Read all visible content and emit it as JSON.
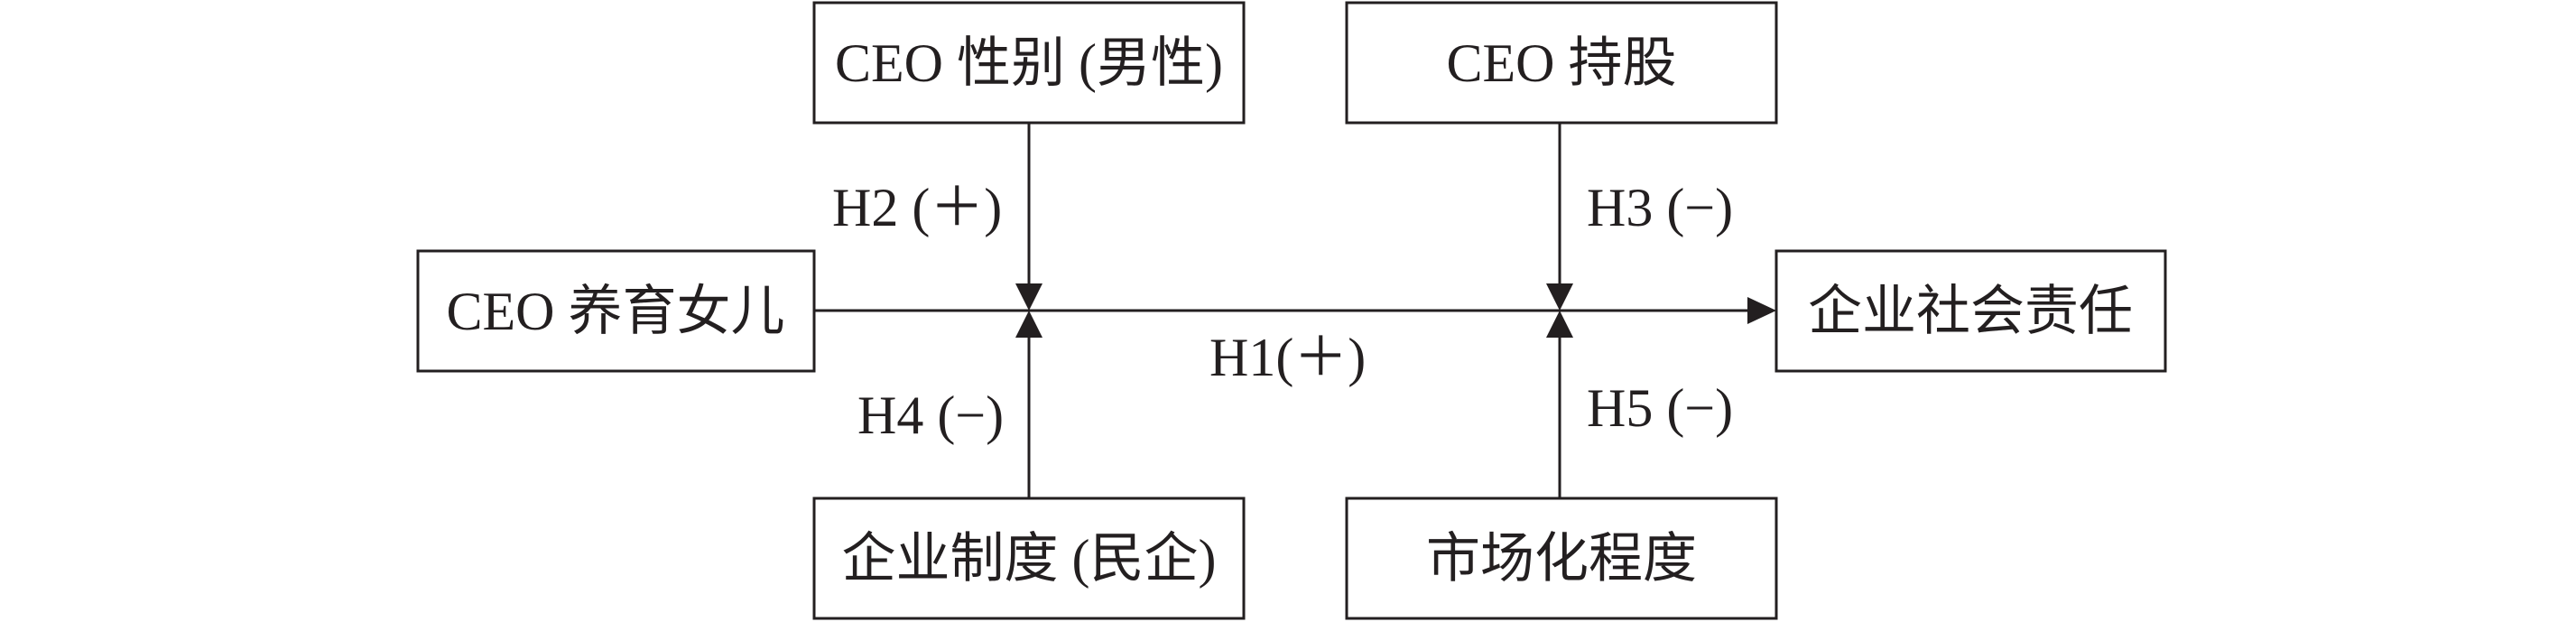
{
  "boxes": {
    "ceo_gender": "CEO 性别 (男性)",
    "ceo_shareholding": "CEO 持股",
    "ceo_daughter": "CEO 养育女儿",
    "csr": "企业社会责任",
    "ownership": "企业制度 (民企)",
    "marketization": "市场化程度"
  },
  "hypotheses": {
    "h1": "H1(＋)",
    "h2": "H2 (＋)",
    "h3": "H3 (−)",
    "h4": "H4 (−)",
    "h5": "H5 (−)"
  }
}
